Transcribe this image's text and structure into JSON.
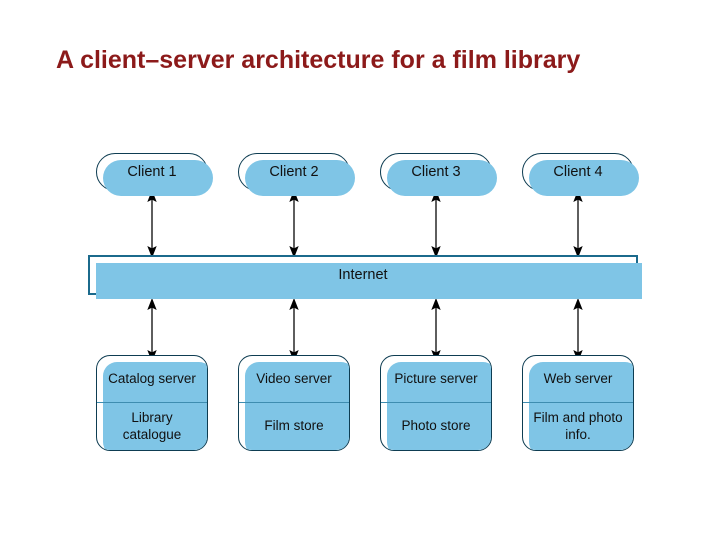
{
  "title": {
    "text": "A client–server architecture for a film library",
    "color": "#8C1A1A"
  },
  "diagram": {
    "type": "client-server-architecture",
    "colors": {
      "node_border": "#0E3D52",
      "node_fill": "#FFFFFF",
      "shadow": "#7FC5E6",
      "bar_border": "#1B6A8C",
      "divider": "#3E8DB0",
      "arrow": "#000000"
    },
    "clients": [
      {
        "label": "Client 1"
      },
      {
        "label": "Client 2"
      },
      {
        "label": "Client 3"
      },
      {
        "label": "Client 4"
      }
    ],
    "network": {
      "label": "Internet"
    },
    "servers": [
      {
        "top": "Catalog server",
        "bottom": "Library catalogue"
      },
      {
        "top": "Video server",
        "bottom": "Film store"
      },
      {
        "top": "Picture server",
        "bottom": "Photo store"
      },
      {
        "top": "Web server",
        "bottom": "Film and photo info."
      }
    ],
    "connectors": {
      "style": "double-headed-vertical-arrow",
      "upper_count": 4,
      "lower_count": 4
    }
  }
}
